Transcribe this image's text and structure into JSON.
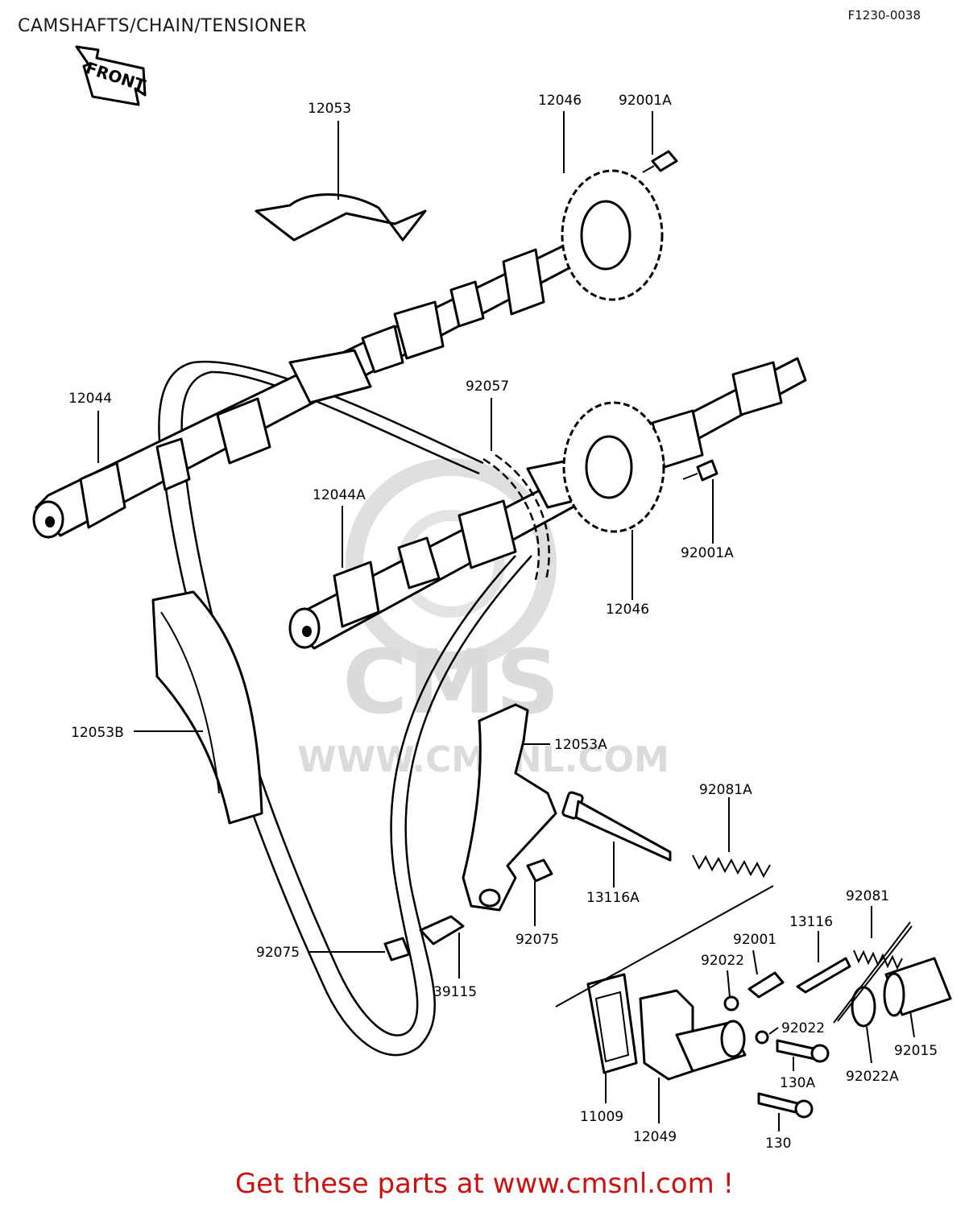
{
  "header": {
    "title": "CAMSHAFTS/CHAIN/TENSIONER",
    "diagram_code": "F1230-0038"
  },
  "orientation": {
    "front_label": "FRONT"
  },
  "watermark": {
    "brand": "CMS",
    "url": "WWW.CMSNL.COM"
  },
  "parts": [
    {
      "id": "p12053",
      "number": "12053"
    },
    {
      "id": "p12046a",
      "number": "12046"
    },
    {
      "id": "p92001a_top",
      "number": "92001A"
    },
    {
      "id": "p12044",
      "number": "12044"
    },
    {
      "id": "p92057",
      "number": "92057"
    },
    {
      "id": "p12044a",
      "number": "12044A"
    },
    {
      "id": "p92001a_right",
      "number": "92001A"
    },
    {
      "id": "p12046b",
      "number": "12046"
    },
    {
      "id": "p12053b",
      "number": "12053B"
    },
    {
      "id": "p12053a",
      "number": "12053A"
    },
    {
      "id": "p92081a",
      "number": "92081A"
    },
    {
      "id": "p13116a",
      "number": "13116A"
    },
    {
      "id": "p92075_mid",
      "number": "92075"
    },
    {
      "id": "p92075_left",
      "number": "92075"
    },
    {
      "id": "p39115",
      "number": "39115"
    },
    {
      "id": "p92081",
      "number": "92081"
    },
    {
      "id": "p13116",
      "number": "13116"
    },
    {
      "id": "p92001",
      "number": "92001"
    },
    {
      "id": "p92022_top",
      "number": "92022"
    },
    {
      "id": "p92022_mid",
      "number": "92022"
    },
    {
      "id": "p92015",
      "number": "92015"
    },
    {
      "id": "p130a",
      "number": "130A"
    },
    {
      "id": "p92022a",
      "number": "92022A"
    },
    {
      "id": "p11009",
      "number": "11009"
    },
    {
      "id": "p12049",
      "number": "12049"
    },
    {
      "id": "p130",
      "number": "130"
    }
  ],
  "footer": {
    "link_text": "Get these parts at www.cmsnl.com !",
    "link_color": "#cc1111"
  }
}
